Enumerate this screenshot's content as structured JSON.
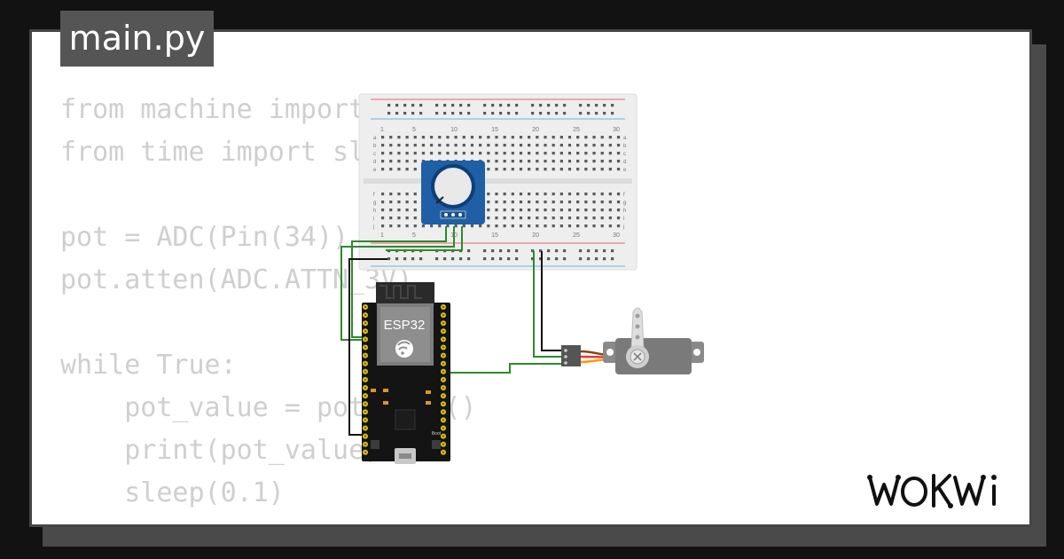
{
  "editor": {
    "filename": "main.py",
    "code_lines": [
      "from machine import ADC, Pin",
      "from time import sleep",
      "",
      "pot = ADC(Pin(34))",
      "pot.atten(ADC.ATTN_3V)",
      "",
      "while True:",
      "    pot_value = pot.read()",
      "    print(pot_value)",
      "    sleep(0.1)"
    ]
  },
  "breadboard": {
    "column_numbers": [
      "1",
      "5",
      "10",
      "15",
      "20",
      "25",
      "30"
    ],
    "row_letters_top": [
      "a",
      "b",
      "c",
      "d",
      "e"
    ],
    "row_letters_bottom": [
      "f",
      "g",
      "h",
      "i",
      "j"
    ]
  },
  "esp32": {
    "label": "ESP32",
    "boot_label": "Boot"
  },
  "brand": {
    "logo_text": "WOKWI"
  },
  "colors": {
    "background": "#121212",
    "card": "#ffffff",
    "tab": "#555555",
    "code_text": "#cfcfcf",
    "wire_green": "#2d8a2d",
    "wire_black": "#111111",
    "pot_board": "#1f5fa6",
    "servo_body": "#7a7a7a"
  }
}
